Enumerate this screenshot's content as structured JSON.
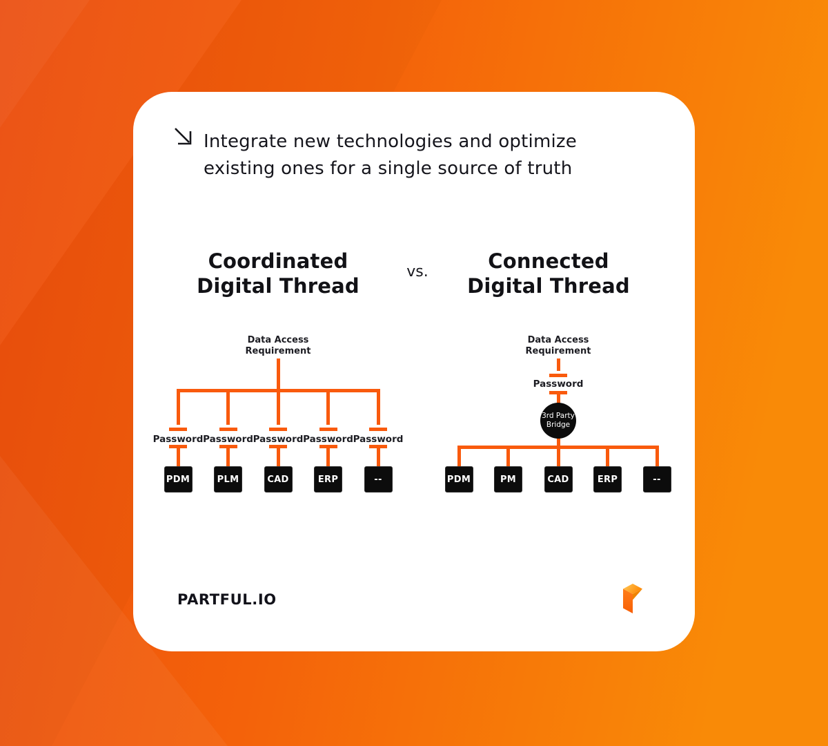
{
  "colors": {
    "background_left": "#EB4D0E",
    "background_right": "#F98A07",
    "connector_line": "#F95A0D",
    "node_black": "#0C0C0C",
    "card_white": "#FFFFFF",
    "text_dark": "#15151C"
  },
  "card": {
    "heading": {
      "icon": "arrow-down-right-icon",
      "line1": "Integrate new technologies and optimize",
      "line2": "existing ones for a single source of truth"
    },
    "comparison": {
      "left_title_line1": "Coordinated",
      "left_title_line2": "Digital Thread",
      "vs": "vs.",
      "right_title_line1": "Connected",
      "right_title_line2": "Digital Thread"
    },
    "diagrams": {
      "left": {
        "root_label_line1": "Data Access",
        "root_label_line2": "Requirement",
        "password_labels": [
          "Password",
          "Password",
          "Password",
          "Password",
          "Password"
        ],
        "systems": [
          "PDM",
          "PLM",
          "CAD",
          "ERP",
          "--"
        ]
      },
      "right": {
        "root_label_line1": "Data Access",
        "root_label_line2": "Requirement",
        "password_label": "Password",
        "bridge_line1": "3rd Party",
        "bridge_line2": "Bridge",
        "systems": [
          "PDM",
          "PM",
          "CAD",
          "ERP",
          "--"
        ]
      }
    },
    "footer": {
      "brand": "PARTFUL.IO",
      "logo": "partful-cube-logo"
    }
  }
}
